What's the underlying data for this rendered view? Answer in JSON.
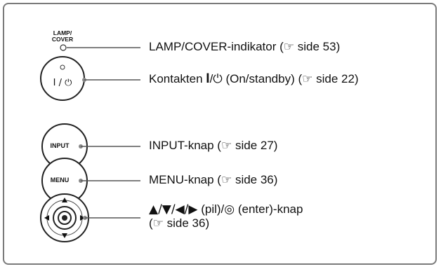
{
  "panel": {
    "indicator_label_line1": "LAMP/",
    "indicator_label_line2": "COVER",
    "power_button_text": "I / ⏻",
    "input_button_text": "INPUT",
    "menu_button_text": "MENU"
  },
  "callouts": {
    "lamp": {
      "text": "LAMP/COVER-indikator (",
      "page": " side 53)"
    },
    "power": {
      "prefix": "Kontakten ",
      "bar": "I",
      "slash": "/",
      "text": " (On/standby) (",
      "page": " side 22)"
    },
    "input": {
      "text": "INPUT-knap (",
      "page": " side 27)"
    },
    "menu": {
      "text": "MENU-knap (",
      "page": " side 36)"
    },
    "arrows": {
      "arrow_glyphs": "▲/▼/◀/▶",
      "text1": " (pil)/",
      "text2": " (enter)-knap",
      "line2_open": "(",
      "page": " side 36)"
    }
  },
  "icons": [
    "pointing-hand-icon",
    "power-icon",
    "enter-icon",
    "up-arrow-icon",
    "down-arrow-icon",
    "left-arrow-icon",
    "right-arrow-icon"
  ]
}
